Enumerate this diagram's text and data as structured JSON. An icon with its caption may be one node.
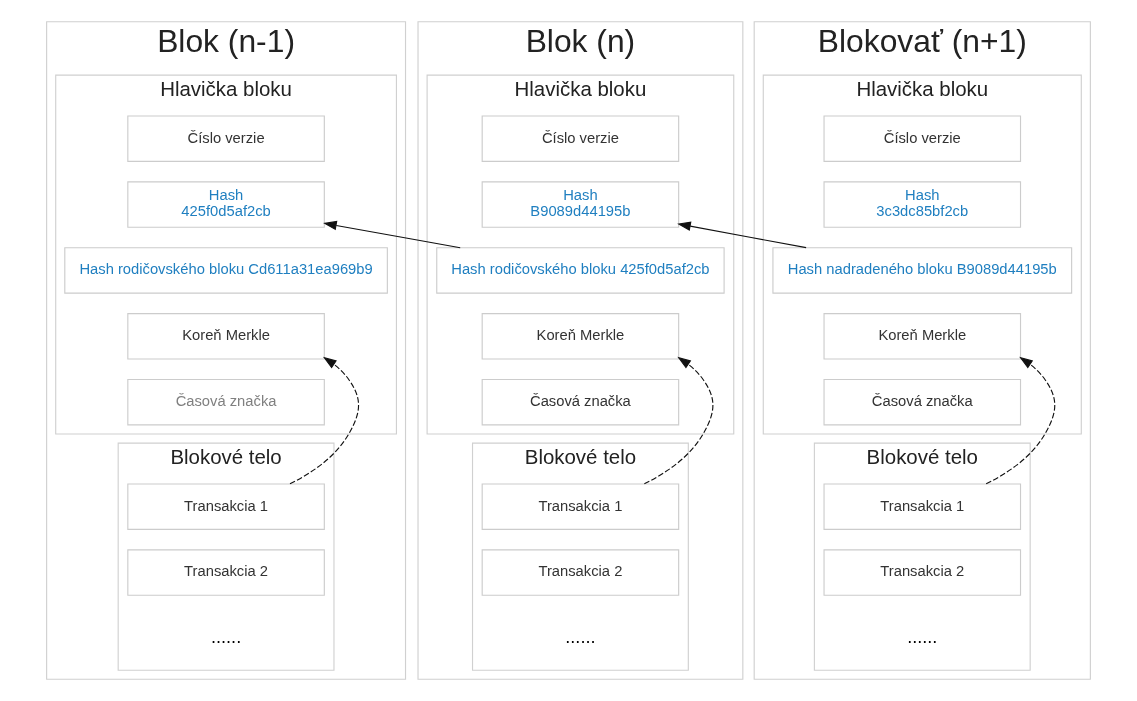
{
  "diagram": {
    "nodes": [
      {
        "text": [
          "Blok (n-1)"
        ]
      },
      {
        "text": [
          "Hlavička bloku"
        ],
        "in": 0
      },
      {
        "text": [
          "Číslo verzie"
        ],
        "in": 1
      },
      {
        "text": [
          "Hash",
          "425f0d5af2cb"
        ],
        "in": 1
      },
      {
        "text": [
          "Hash rodičovského bloku Cd611a31ea969b9"
        ],
        "in": 1
      },
      {
        "text": [
          "Koreň Merkle"
        ],
        "in": 1
      },
      {
        "text": [
          "Časová značka"
        ],
        "in": 1
      },
      {
        "text": [
          "Blokové telo"
        ],
        "in": 0
      },
      {
        "text": [
          "Transakcia 1"
        ],
        "in": 7
      },
      {
        "text": [
          "Transakcia 2"
        ],
        "in": 7
      },
      {
        "text": [
          "Blok (n)"
        ]
      },
      {
        "text": [
          "Hlavička bloku"
        ],
        "in": 10
      },
      {
        "text": [
          "Číslo verzie"
        ],
        "in": 11
      },
      {
        "text": [
          "Hash",
          "B9089d44195b"
        ],
        "in": 11
      },
      {
        "text": [
          "Hash rodičovského bloku 425f0d5af2cb"
        ],
        "in": 11
      },
      {
        "text": [
          "Koreň Merkle"
        ],
        "in": 11
      },
      {
        "text": [
          "Časová značka"
        ],
        "in": 11
      },
      {
        "text": [
          "Blokové telo"
        ],
        "in": 10
      },
      {
        "text": [
          "Transakcia 1"
        ],
        "in": 17
      },
      {
        "text": [
          "Transakcia 2"
        ],
        "in": 17
      },
      {
        "text": [
          "Blokovať (n+1)"
        ]
      },
      {
        "text": [
          "Hlavička bloku"
        ],
        "in": 20
      },
      {
        "text": [
          "Číslo verzie"
        ],
        "in": 21
      },
      {
        "text": [
          "Hash",
          "3c3dc85bf2cb"
        ],
        "in": 21
      },
      {
        "text": [
          "Hash nadradeného bloku B9089d44195b"
        ],
        "in": 21
      },
      {
        "text": [
          "Koreň Merkle"
        ],
        "in": 21
      },
      {
        "text": [
          "Časová značka"
        ],
        "in": 21
      },
      {
        "text": [
          "Blokové telo"
        ],
        "in": 20
      },
      {
        "text": [
          "Transakcia 1"
        ],
        "in": 27
      },
      {
        "text": [
          "Transakcia 2"
        ],
        "in": 27
      }
    ],
    "edges": [
      {
        "from": 14,
        "to": 3,
        "arrow": "to"
      },
      {
        "from": 24,
        "to": 13,
        "arrow": "to"
      },
      {
        "from": 8,
        "to": 5,
        "arrow": "to",
        "style": "dashed"
      },
      {
        "from": 18,
        "to": 15,
        "arrow": "to",
        "style": "dashed"
      },
      {
        "from": 28,
        "to": 25,
        "arrow": "to",
        "style": "dashed"
      }
    ],
    "labels": [
      "......",
      "......",
      "......"
    ]
  }
}
